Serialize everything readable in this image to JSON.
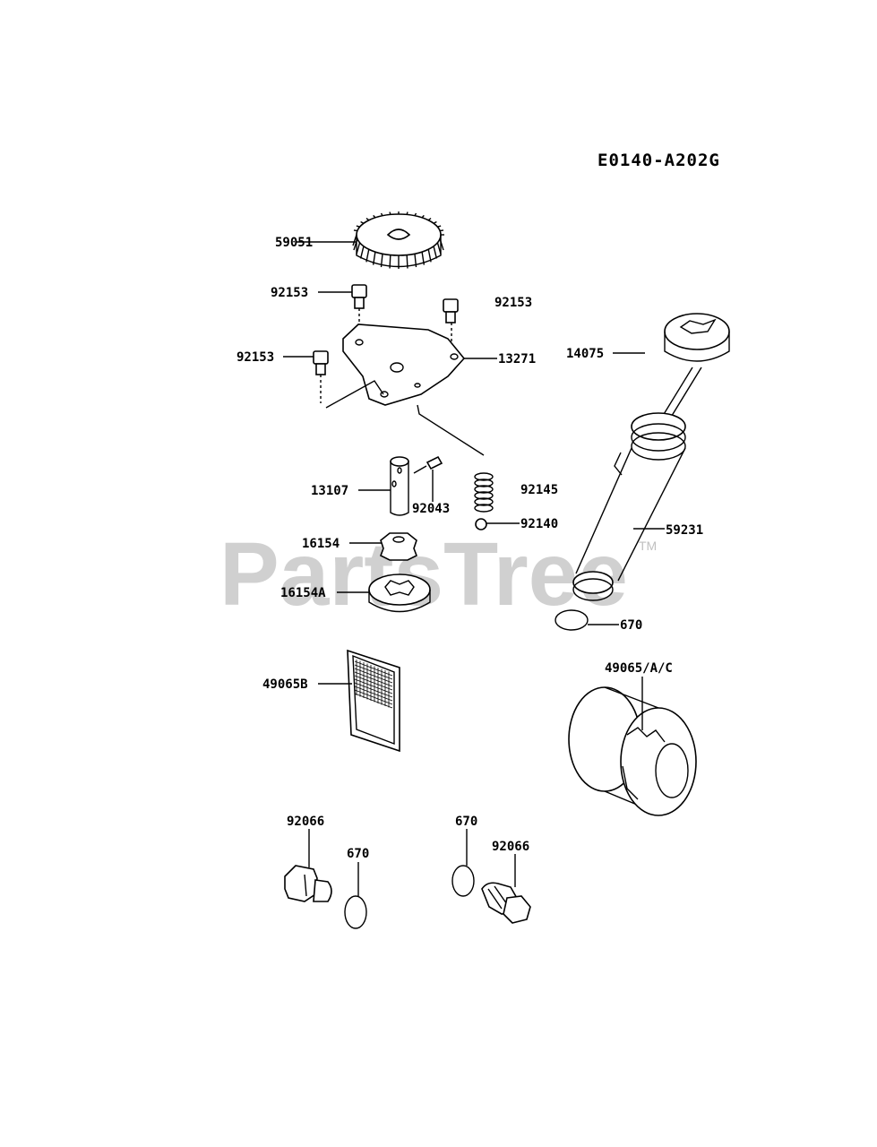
{
  "diagram_code": "E0140-A202G",
  "watermark": "PartsTree",
  "watermark_tm": "TM",
  "callouts": {
    "c59051": "59051",
    "c92153a": "92153",
    "c92153b": "92153",
    "c92153c": "92153",
    "c13271": "13271",
    "c14075": "14075",
    "c13107": "13107",
    "c92043": "92043",
    "c92145": "92145",
    "c92140": "92140",
    "c59231": "59231",
    "c16154": "16154",
    "c16154A": "16154A",
    "c670a": "670",
    "c49065B": "49065B",
    "c49065AC": "49065/A/C",
    "c92066a": "92066",
    "c670b": "670",
    "c670c": "670",
    "c92066b": "92066"
  }
}
